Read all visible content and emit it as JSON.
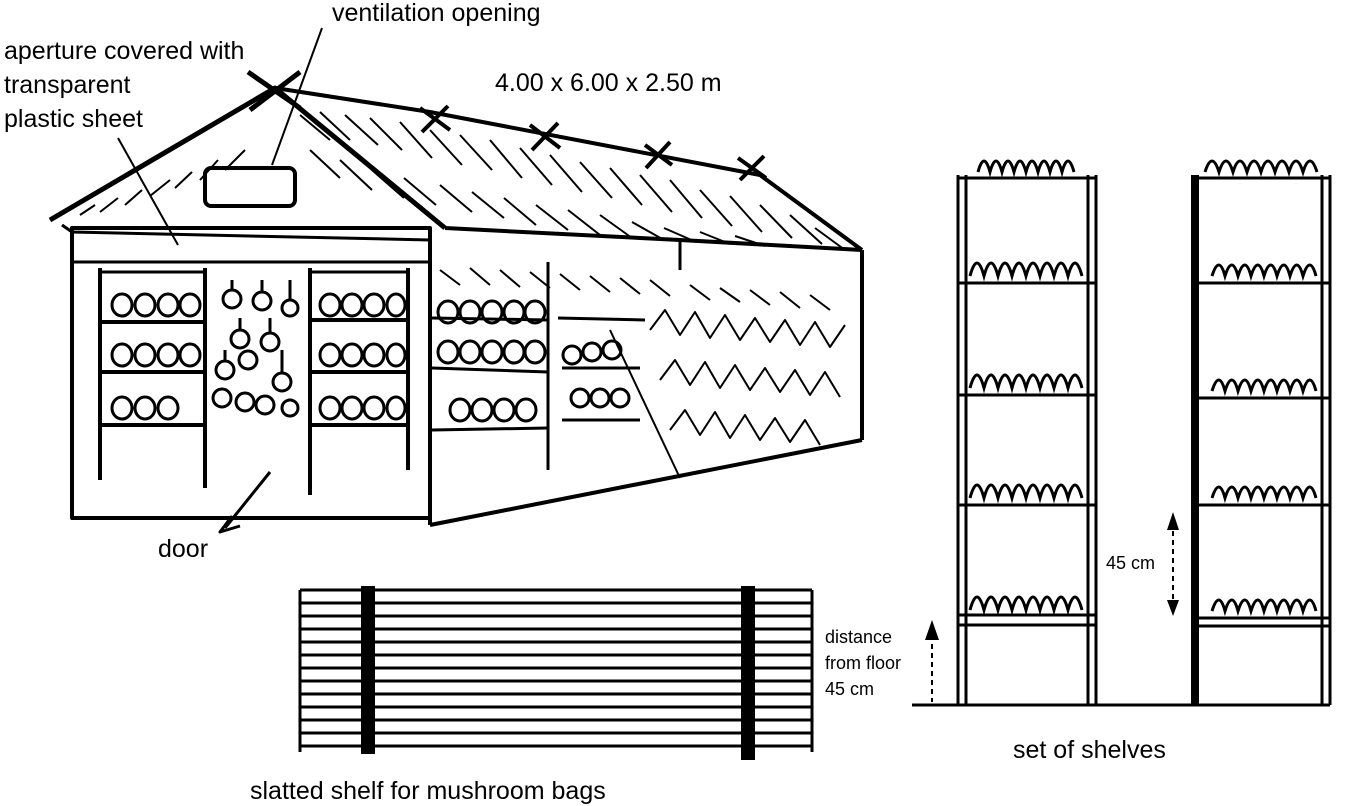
{
  "labels": {
    "ventilation": "ventilation opening",
    "aperture": [
      "aperture covered with",
      "transparent",
      "plastic sheet"
    ],
    "dimensions": "4.00 x 6.00 x 2.50 m",
    "door": "door",
    "shelf_caption": "slatted shelf for mushroom bags",
    "shelves_caption": "set of shelves",
    "spacing": "45 cm",
    "floor_distance": [
      "distance",
      "from floor",
      "45 cm"
    ]
  },
  "colors": {
    "ink": "#000000",
    "paper": "#ffffff"
  }
}
